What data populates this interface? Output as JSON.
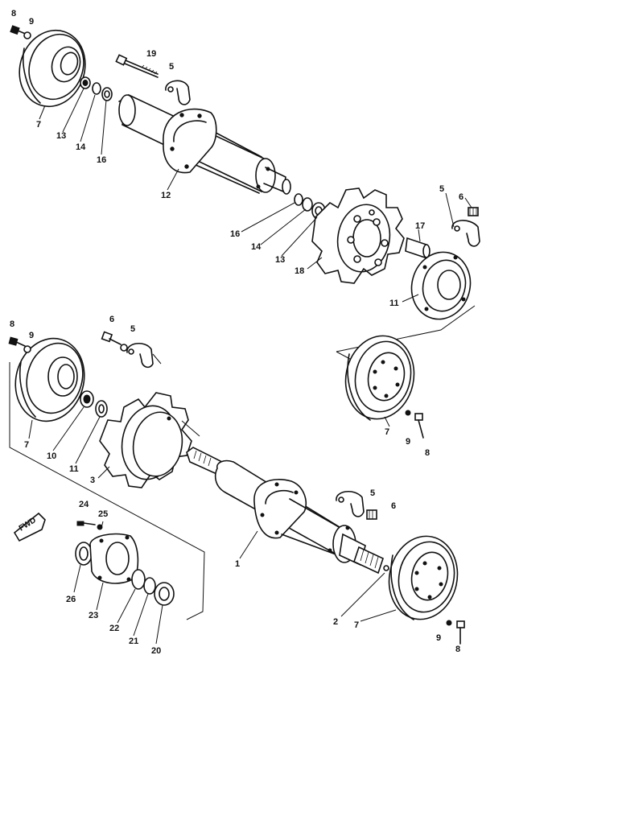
{
  "callouts": {
    "upper": {
      "c8": "8",
      "c9": "9",
      "c7": "7",
      "c13a": "13",
      "c14a": "14",
      "c16a": "16",
      "c19": "19",
      "c5a": "5",
      "c12": "12",
      "c16b": "16",
      "c14b": "14",
      "c13b": "13",
      "c18": "18",
      "c17": "17",
      "c5b": "5",
      "c6": "6",
      "c11": "11"
    },
    "lower": {
      "c8a": "8",
      "c9a": "9",
      "c7a": "7",
      "c10": "10",
      "c11": "11",
      "c6a": "6",
      "c5a": "5",
      "c3": "3",
      "c7b": "7",
      "c9b": "9",
      "c8b": "8",
      "c24": "24",
      "c25": "25",
      "c26": "26",
      "c23": "23",
      "c22": "22",
      "c21": "21",
      "c20": "20",
      "c5b": "5",
      "c6b": "6",
      "c1": "1",
      "c2": "2",
      "c7c": "7",
      "c9c": "9",
      "c8c": "8"
    }
  },
  "fwd_label": "FWD"
}
